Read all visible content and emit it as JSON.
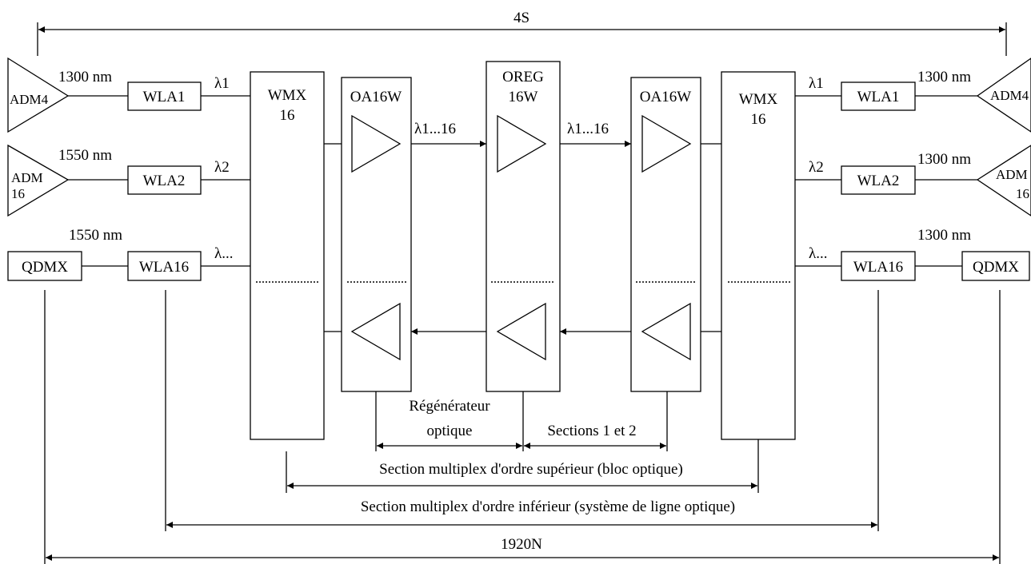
{
  "spans": {
    "top": "4S",
    "bottom": "1920N",
    "lower_order": "Section multiplex d'ordre inférieur (système de ligne optique)",
    "higher_order": "Section multiplex d'ordre supérieur (bloc optique)",
    "regen_line1": "Régénérateur",
    "regen_line2": "optique",
    "sections": "Sections 1 et 2"
  },
  "left": {
    "adm1": "ADM4",
    "adm2_line1": "ADM",
    "adm2_line2": "16",
    "qdmx": "QDMX",
    "nm1": "1300 nm",
    "nm2": "1550 nm",
    "nm3": "1550 nm",
    "wla1": "WLA1",
    "wla2": "WLA2",
    "wla3": "WLA16",
    "lambda1": "λ1",
    "lambda2": "λ2",
    "lambda3": "λ..."
  },
  "right": {
    "adm1": "ADM4",
    "adm2_line1": "ADM",
    "adm2_line2": "16",
    "qdmx": "QDMX",
    "nm1": "1300 nm",
    "nm2": "1300 nm",
    "nm3": "1300 nm",
    "wla1": "WLA1",
    "wla2": "WLA2",
    "wla3": "WLA16",
    "lambda1": "λ1",
    "lambda2": "λ2",
    "lambda3": "λ..."
  },
  "center": {
    "wmx_left_line1": "WMX",
    "wmx_left_line2": "16",
    "oa_left": "OA16W",
    "oreg_line1": "OREG",
    "oreg_line2": "16W",
    "oa_right": "OA16W",
    "wmx_right_line1": "WMX",
    "wmx_right_line2": "16",
    "signal1": "λ1...16",
    "signal2": "λ1...16"
  }
}
